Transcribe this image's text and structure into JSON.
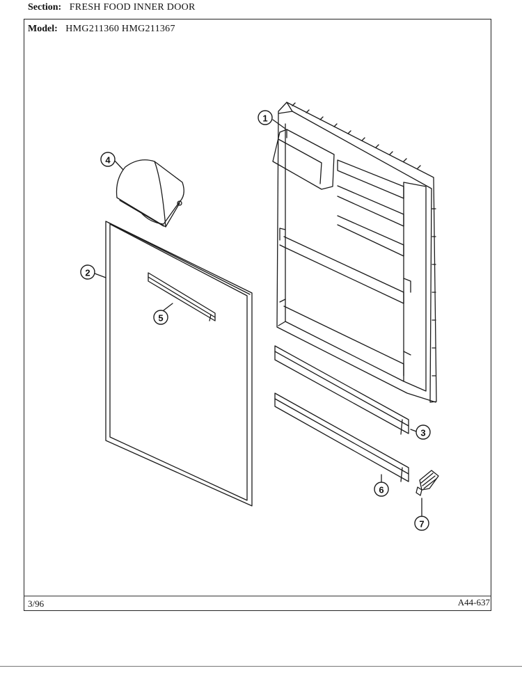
{
  "header": {
    "section_label": "Section:",
    "section_value": "FRESH FOOD INNER DOOR",
    "model_label": "Model:",
    "model_value": "HMG211360  HMG211367"
  },
  "footer": {
    "date": "3/96",
    "code": "A44-637"
  },
  "callouts": [
    {
      "number": "1"
    },
    {
      "number": "2"
    },
    {
      "number": "3"
    },
    {
      "number": "4"
    },
    {
      "number": "5"
    },
    {
      "number": "6"
    },
    {
      "number": "7"
    }
  ]
}
